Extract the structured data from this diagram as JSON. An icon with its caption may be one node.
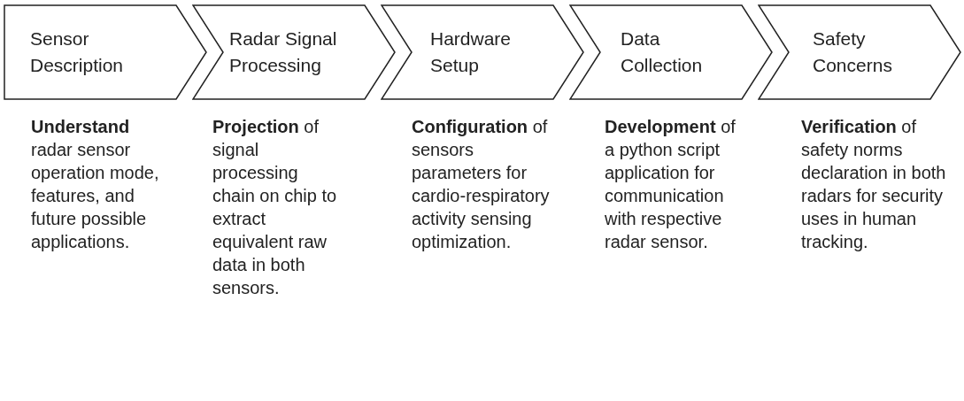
{
  "diagram": {
    "nodes": [
      {
        "text": [
          "Sensor Description"
        ],
        "beside": [
          "**Understand** radar sensor operation mode, features, and future possible applications."
        ]
      },
      {
        "text": [
          "Radar Signal Processing"
        ],
        "beside": [
          "**Projection** of signal processing chain on chip to extract equivalent raw data in both sensors."
        ]
      },
      {
        "text": [
          "Hardware Setup"
        ],
        "beside": [
          "**Configuration** of sensors parameters for cardio-respiratory activity sensing optimization."
        ]
      },
      {
        "text": [
          "Data Collection"
        ],
        "beside": [
          "**Development** of a python script application for communication with respective radar sensor."
        ]
      },
      {
        "text": [
          "Safety Concerns"
        ],
        "beside": [
          "**Verification** of safety norms declaration in both radars for security uses in human tracking."
        ]
      }
    ],
    "edges": []
  }
}
